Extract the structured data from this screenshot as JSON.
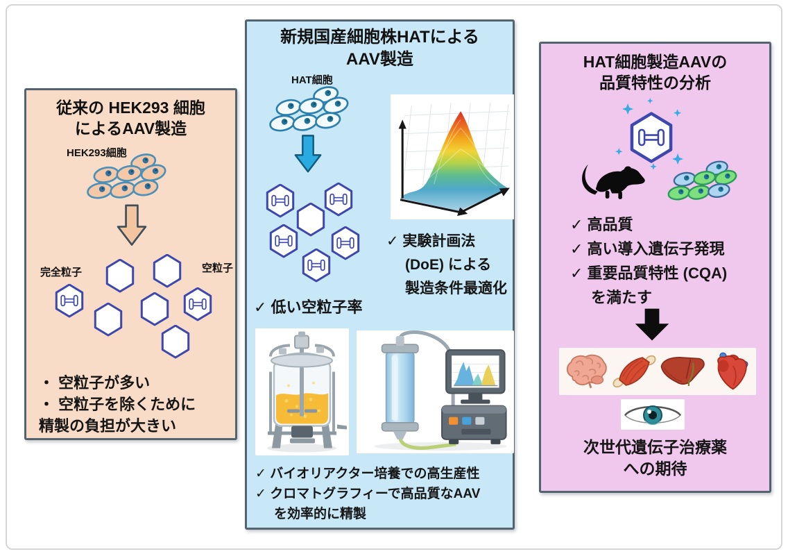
{
  "left_panel": {
    "bg": "#f8dcc7",
    "title_lines": [
      "従来の HEK293 細胞",
      "によるAAV製造"
    ],
    "cells_label": "HEK293細胞",
    "full_particle_label": "完全粒子",
    "empty_particle_label": "空粒子",
    "bullet_lines": [
      "・ 空粒子が多い",
      "・ 空粒子を除くために",
      "精製の負担が大きい"
    ]
  },
  "middle_panel": {
    "bg": "#c9e8f7",
    "title_lines": [
      "新規国産細胞株HATによる",
      "AAV製造"
    ],
    "cells_label": "HAT細胞",
    "doe_lines": [
      "✓ 実験計画法",
      "(DoE) による",
      "製造条件最適化"
    ],
    "empty_rate_check": "✓ 低い空粒子率",
    "bottom_lines": [
      "✓ バイオリアクター培養での高生産性",
      "✓ クロマトグラフィーで高品質なAAV",
      "を効率的に精製"
    ]
  },
  "right_panel": {
    "bg": "#f0c8ed",
    "title_lines": [
      "HAT細胞製造AAVの",
      "品質特性の分析"
    ],
    "check_lines": [
      "✓ 高品質",
      "✓ 高い導入遺伝子発現",
      "✓ 重要品質特性 (CQA)",
      "を満たす"
    ],
    "footer_lines": [
      "次世代遺伝子治療薬",
      "への期待"
    ]
  },
  "colors": {
    "left_panel_bg": "#f8dcc7",
    "middle_panel_bg": "#c9e8f7",
    "right_panel_bg": "#f0c8ed",
    "panel_border": "#546370",
    "hexagon_stroke": "#3d47ad",
    "left_arrow_fill": "#f2c4a0",
    "middle_arrow_fill": "#29abe2",
    "right_arrow_fill": "#0d0d0d",
    "sparkle_blue": "#35aae4",
    "hek_cell_fill": "#f5c9a8",
    "hat_cell_fill": "#f2fafd",
    "green_cell_fill": "#7de07d",
    "blue_cell_fill": "#aed6f0",
    "bioreactor_liquid": "#f5b835"
  },
  "icons": {
    "hek293-cell-cluster-icon": "seven peach ovals with blue nuclei",
    "hat-cell-cluster-icon": "seven white ovals with teal nuclei",
    "mixed-cell-cluster-icon": "green and blue ovals with teal nuclei",
    "aav-empty-particle-icon": "white hexagon outline",
    "aav-full-particle-icon": "hexagon with dumbbell genome",
    "sparkle-aav-icon": "hexagon with dumbbell and blue sparkles",
    "down-arrow-icon": "block arrow pointing down",
    "doe-surface-plot-icon": "rainbow 3D response surface with axes",
    "bioreactor-icon": "stirred tank with yellow culture",
    "chromatography-icon": "blue column, tubing, monitor with peaks",
    "mouse-icon": "black mouse silhouette",
    "brain-icon": "brain organ",
    "muscle-icon": "muscle organ",
    "liver-icon": "liver organ",
    "heart-icon": "heart organ",
    "eye-icon": "eye"
  }
}
